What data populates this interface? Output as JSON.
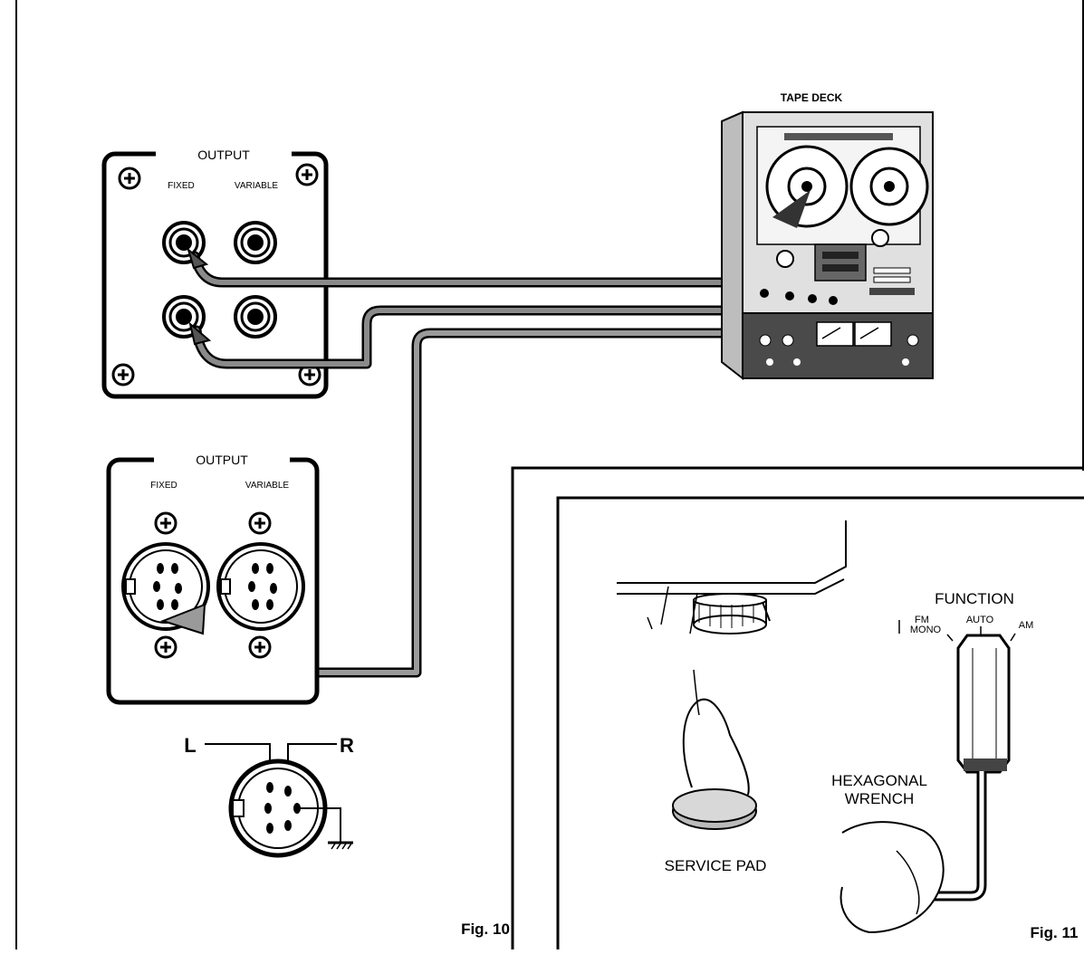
{
  "fig10": {
    "caption": "Fig. 10",
    "tape_deck_label": "TAPE DECK",
    "panel_top": {
      "title": "OUTPUT",
      "fixed_label": "FIXED",
      "variable_label": "VARIABLE"
    },
    "panel_din": {
      "title": "OUTPUT",
      "fixed_label": "FIXED",
      "variable_label": "VARIABLE"
    },
    "din_diagram": {
      "left_label": "L",
      "right_label": "R"
    }
  },
  "fig11": {
    "caption": "Fig. 11",
    "function_label": "FUNCTION",
    "fm_label": "FM",
    "mono_label": "MONO",
    "auto_label": "AUTO",
    "am_label": "AM",
    "wrench_label_line1": "HEXAGONAL",
    "wrench_label_line2": "WRENCH",
    "pad_label": "SERVICE PAD"
  },
  "colors": {
    "ink": "#000000",
    "paper": "#ffffff",
    "cable": "#7a7a7a"
  },
  "icons": [
    "screw-icon",
    "phono-jack-icon",
    "din-socket-icon",
    "ground-icon",
    "tape-reel-icon",
    "vu-meter-icon",
    "arrow-icon"
  ]
}
